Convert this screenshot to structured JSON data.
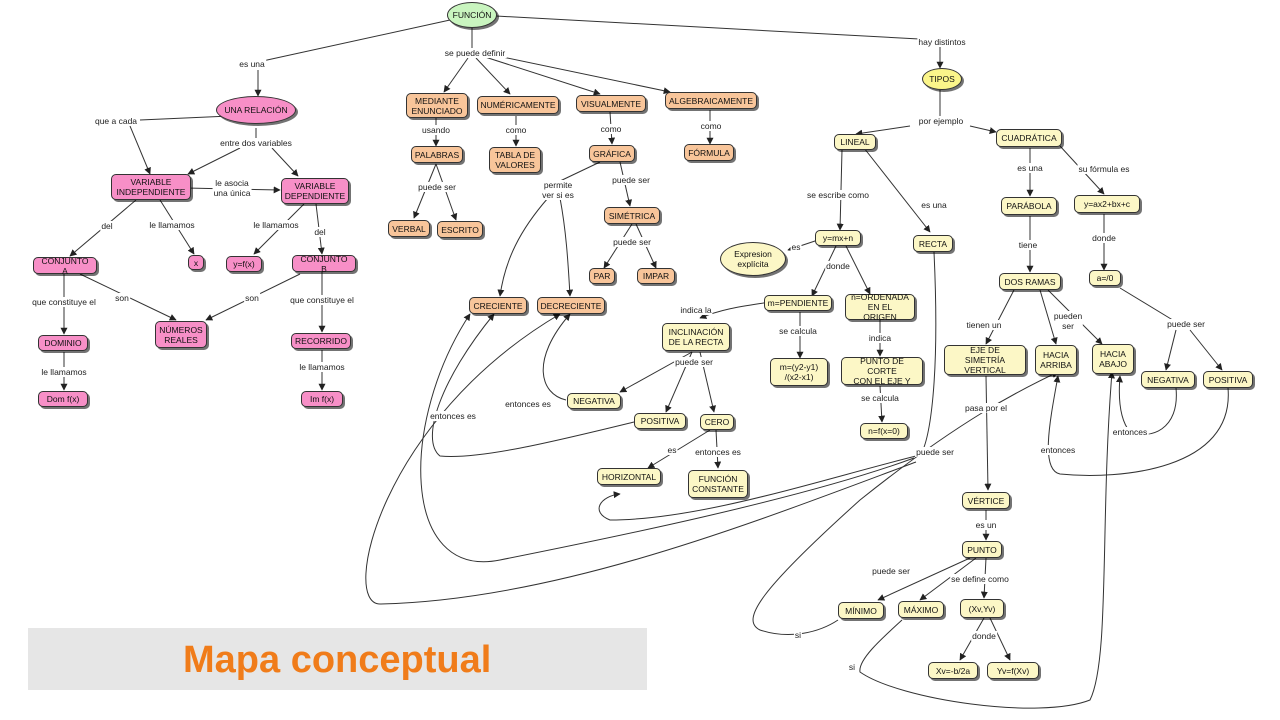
{
  "title": "Mapa conceptual",
  "colors": {
    "pink": "#f78fc7",
    "orange": "#f8c59a",
    "yellow": "#fcf7c6",
    "green": "#c9f5bf",
    "gold": "#fbf58a",
    "title": "#f07c1a"
  },
  "nodes": {
    "funcion": "FUNCIÓN",
    "relacion": "UNA RELACIÓN",
    "var_ind": "VARIABLE\nINDEPENDIENTE",
    "var_dep": "VARIABLE\nDEPENDIENTE",
    "conj_a": "CONJUNTO A",
    "x": "x",
    "yfx": "y=f(x)",
    "conj_b": "CONJUNTO B",
    "reales": "NÚMEROS\nREALES",
    "dominio": "DOMINIO",
    "recorrido": "RECORRIDO",
    "domfx": "Dom f(x)",
    "imfx": "Im f(x)",
    "mediante": "MEDIANTE\nENUNCIADO",
    "numericamente": "NUMÉRICAMENTE",
    "visualmente": "VISUALMENTE",
    "algebraicamente": "ALGEBRAICAMENTE",
    "palabras": "PALABRAS",
    "tabla": "TABLA DE\nVALORES",
    "grafica": "GRÁFICA",
    "formula": "FÓRMULA",
    "verbal": "VERBAL",
    "escrito": "ESCRITO",
    "simetrica": "SIMÉTRICA",
    "par": "PAR",
    "impar": "IMPAR",
    "creciente": "CRECIENTE",
    "decreciente": "DECRECIENTE",
    "tipos": "TIPOS",
    "lineal": "LINEAL",
    "cuadratica": "CUADRÁTICA",
    "ymxn": "y=mx+n",
    "expresion": "Expresion\nexplícita",
    "recta": "RECTA",
    "parabola": "PARÁBOLA",
    "yax2": "y=ax2+bx+c",
    "pendiente": "m=PENDIENTE",
    "ordenada": "n=ORDENADA\nEN EL ORIGEN",
    "inclinacion": "INCLINACIÓN\nDE LA RECTA",
    "negativa_l": "NEGATIVA",
    "positiva_l": "POSITIVA",
    "cero": "CERO",
    "horizontal": "HORIZONTAL",
    "constante": "FUNCIÓN\nCONSTANTE",
    "m_formula": "m=(y2-y1)\n/(x2-x1)",
    "punto_corte": "PUNTO DE CORTE\nCON EL EJE Y",
    "nfx0": "n=f(x=0)",
    "dos_ramas": "DOS RAMAS",
    "a0": "a=/0",
    "eje": "EJE DE SIMETRÍA\nVERTICAL",
    "arriba": "HACIA\nARRIBA",
    "abajo": "HACIA\nABAJO",
    "negativa_c": "NEGATIVA",
    "positiva_c": "POSITIVA",
    "vertice": "VÉRTICE",
    "punto": "PUNTO",
    "minimo": "MÍNIMO",
    "maximo": "MÁXIMO",
    "xvyv": "(Xv,Yv)",
    "xv": "Xv=-b/2a",
    "yv": "Yv=f(Xv)"
  },
  "labels": {
    "es_una": "es una",
    "se_puede_definir": "se puede definir",
    "hay_distintos": "hay distintos",
    "que_a_cada": "que a cada",
    "entre_dos": "entre dos variables",
    "le_asocia": "le asocia\nuna única",
    "del_1": "del",
    "le_llamamos_1": "le llamamos",
    "le_llamamos_2": "le llamamos",
    "del_2": "del",
    "son_1": "son",
    "son_2": "son",
    "que_constituye_1": "que constituye el",
    "que_constituye_2": "que constituye el",
    "le_llamamos_3": "le llamamos",
    "le_llamamos_4": "le llamamos",
    "usando": "usando",
    "como_1": "como",
    "como_2": "como",
    "como_3": "como",
    "puede_ser_1": "puede ser",
    "permite": "permite\nver si es",
    "puede_ser_2": "puede ser",
    "puede_ser_3": "puede ser",
    "por_ejemplo": "por ejemplo",
    "se_escribe": "se escribe como",
    "es_una_2": "es una",
    "es_1": "es",
    "donde_1": "donde",
    "indica_la": "indica la",
    "se_calcula_1": "se calcula",
    "indica": "indica",
    "puede_ser_4": "puede ser",
    "se_calcula_2": "se calcula",
    "entonces_es_1": "entonces es",
    "entonces_es_2": "entonces es",
    "es_2": "es",
    "entonces_es_3": "entonces es",
    "puede_ser_5": "puede ser",
    "es_una_3": "es una",
    "su_formula": "su fórmula es",
    "tiene": "tiene",
    "donde_2": "donde",
    "tienen_un": "tienen un",
    "pueden_ser": "pueden\nser",
    "puede_ser_6": "puede ser",
    "pasa_por": "pasa por el",
    "entonces_1": "entonces",
    "entonces_2": "entonces",
    "es_un": "es un",
    "puede_ser_7": "puede ser",
    "se_define": "se define como",
    "donde_3": "donde",
    "si_1": "si",
    "si_2": "si"
  }
}
